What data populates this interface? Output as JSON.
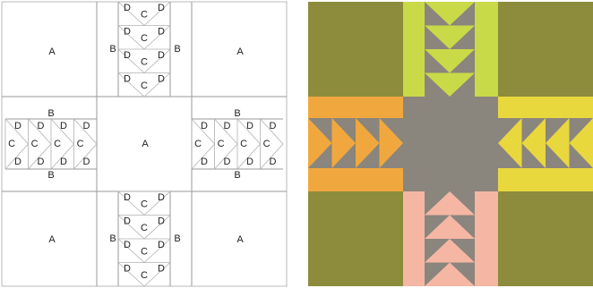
{
  "diagram": {
    "labels": {
      "a": "A",
      "b": "B",
      "c": "C",
      "d": "D"
    }
  },
  "quilt": {
    "colors": {
      "background": "#8c8c3c",
      "center": "#8a857d",
      "north": "#c9da48",
      "west": "#f0a83e",
      "east": "#e9d73e",
      "south": "#f5b7a4",
      "goose": "#8a857d"
    },
    "geese_per_strip": 4,
    "north_direction": "down",
    "south_direction": "up",
    "west_direction": "right",
    "east_direction": "left"
  }
}
